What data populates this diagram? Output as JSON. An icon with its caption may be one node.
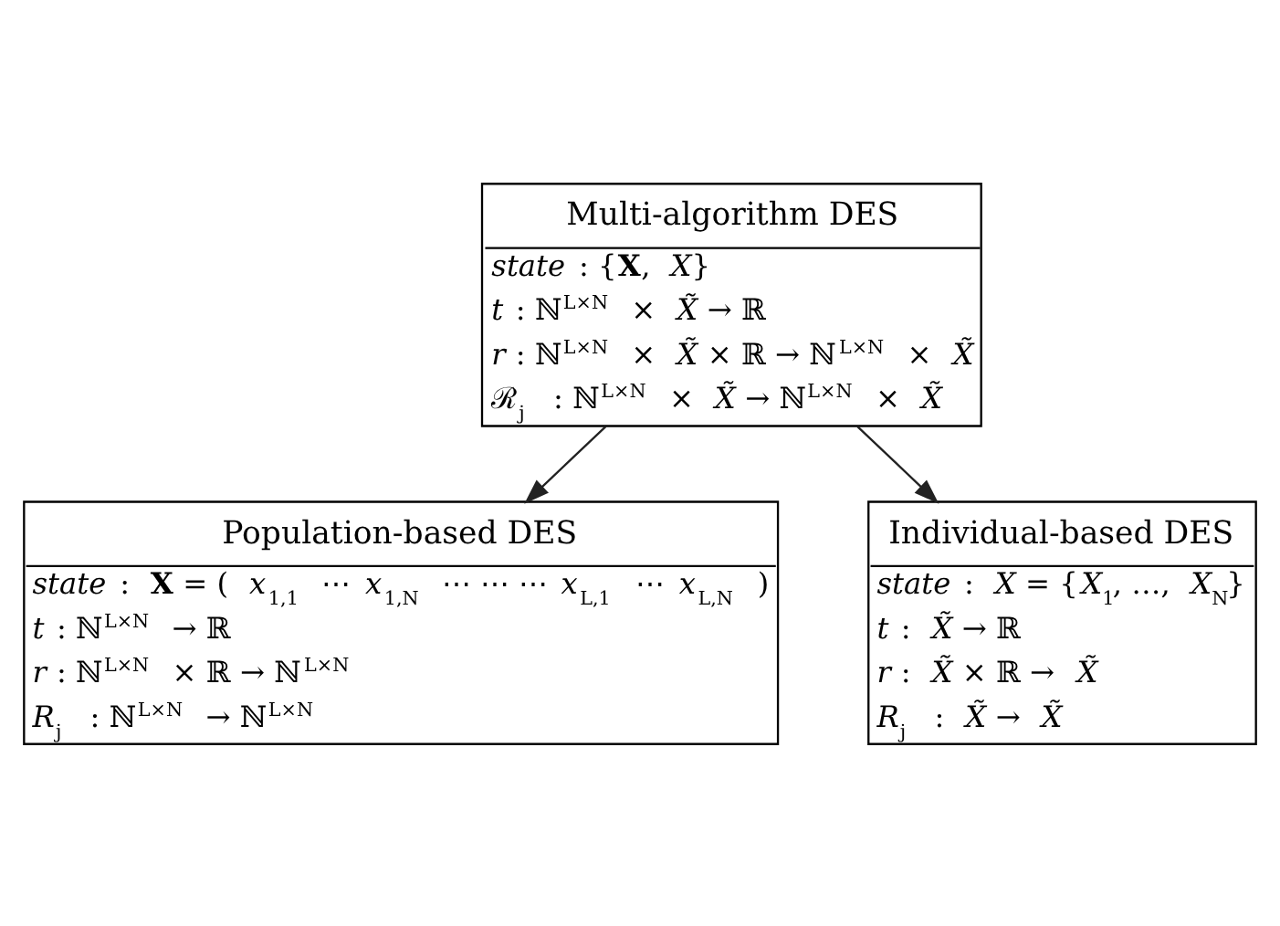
{
  "diagram": {
    "nodes": [
      {
        "text": [
          "Multi-algorithm DES",
          "*state* : {**X**, *X*}",
          "*t* : ℕ$^{L×N}$ × *X̃* → ℝ",
          "*r* : ℕ$^{L×N}$ × *X̃* × ℝ → ℕ$^{L×N}$ × *X̃*",
          "ℛ$_{j}$ : ℕ$^{L×N}$ × *X̃* → ℕ$^{L×N}$ × *X̃*"
        ]
      },
      {
        "text": [
          "Population-based DES",
          "*state* : **X** = ( *x*$_{1,1}$ ⋯ *x*$_{1,N}$ ⋯ ⋯ ⋯ *x*$_{L,1}$ ⋯ *x*$_{L,N}$ )",
          "*t* : ℕ$^{L×N}$ → ℝ",
          "*r* : ℕ$^{L×N}$ × ℝ → ℕ$^{L×N}$",
          "*R*$_{j}$ : ℕ$^{L×N}$ → ℕ$^{L×N}$"
        ]
      },
      {
        "text": [
          "Individual-based DES",
          "*state* : *X* = {*X*$_{1}$, …, *X*$_{N}$}",
          "*t* : *X̃* → ℝ",
          "*r* : *X̃* × ℝ → *X̃*",
          "*R*$_{j}$ : *X̃* → *X̃*"
        ]
      }
    ],
    "edges": [
      {
        "from": 0,
        "to": 1,
        "arrow": "to"
      },
      {
        "from": 0,
        "to": 2,
        "arrow": "to"
      }
    ]
  }
}
